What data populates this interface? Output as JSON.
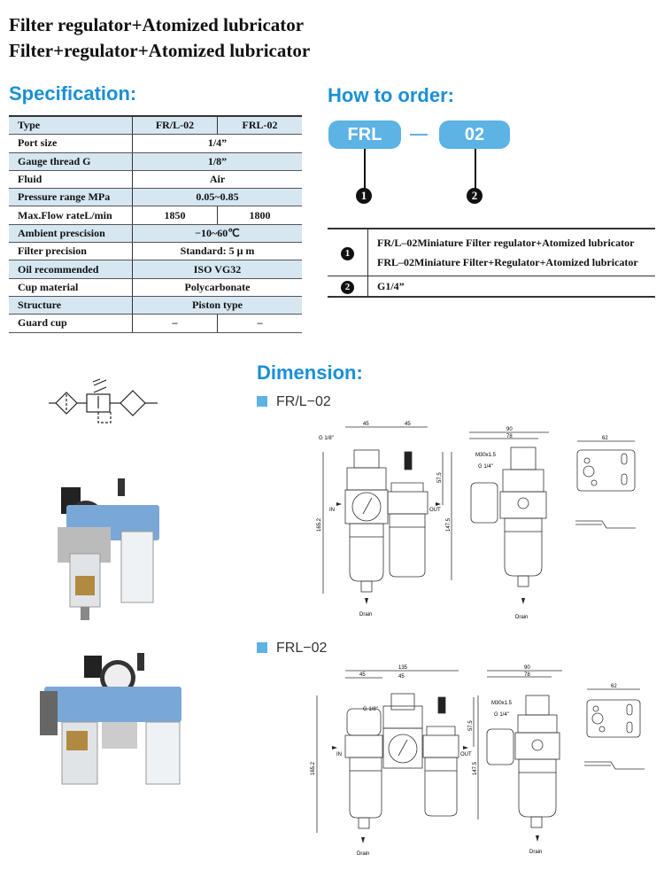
{
  "titles": [
    "Filter regulator+Atomized lubricator",
    "Filter+regulator+Atomized lubricator"
  ],
  "specification": {
    "heading": "Specification:",
    "header": [
      "Type",
      "FR/L-02",
      "FRL-02"
    ],
    "rows": [
      {
        "label": "Port size",
        "value": "1/4”"
      },
      {
        "label": "Gauge thread G",
        "value": "1/8”"
      },
      {
        "label": "Fluid",
        "value": "Air"
      },
      {
        "label": "Pressure range MPa",
        "value": "0.05~0.85"
      },
      {
        "label": "Max.Flow rateL/min",
        "values": [
          "1850",
          "1800"
        ]
      },
      {
        "label": "Ambient prescision",
        "value": "−10~60℃"
      },
      {
        "label": "Filter precision",
        "value": "Standard: 5 μ m"
      },
      {
        "label": "Oil recommended",
        "value": "ISO VG32"
      },
      {
        "label": "Cup material",
        "value": "Polycarbonate"
      },
      {
        "label": "Structure",
        "value": "Piston type"
      },
      {
        "label": "Guard cup",
        "values": [
          "–",
          "–"
        ]
      }
    ]
  },
  "order": {
    "heading": "How to order:",
    "code1": "FRL",
    "code2": "02",
    "marker1": "1",
    "marker2": "2",
    "options": [
      {
        "marker": "1",
        "lines": [
          "FR/L–02Miniature Filter regulator+Atomized lubricator",
          "FRL–02Miniature Filter+Regulator+Atomized lubricator"
        ]
      },
      {
        "marker": "2",
        "lines": [
          "G1/4”"
        ]
      }
    ]
  },
  "dimension": {
    "heading": "Dimension:",
    "models": [
      "FR/L−02",
      "FRL−02"
    ],
    "labels": {
      "in": "IN",
      "out": "OUT",
      "drain": "Drain",
      "gauge": "G 1/8\"",
      "port": "G 1/4\"",
      "thread": "M30x1.5"
    },
    "dims1": {
      "w1": "45",
      "w2": "45",
      "w3": "90",
      "w4": "78",
      "w5": "62",
      "h1": "165.2",
      "h2": "147.5",
      "h3": "57.5"
    },
    "dims2": {
      "w1": "135",
      "w2": "45",
      "w3": "45",
      "w4": "90",
      "w5": "78",
      "w6": "62",
      "h1": "165.2",
      "h2": "147.5",
      "h3": "57.5"
    }
  },
  "colors": {
    "accent": "#1a8fd6",
    "pill": "#5cb3e4",
    "row_shade": "#d6e7f2"
  }
}
